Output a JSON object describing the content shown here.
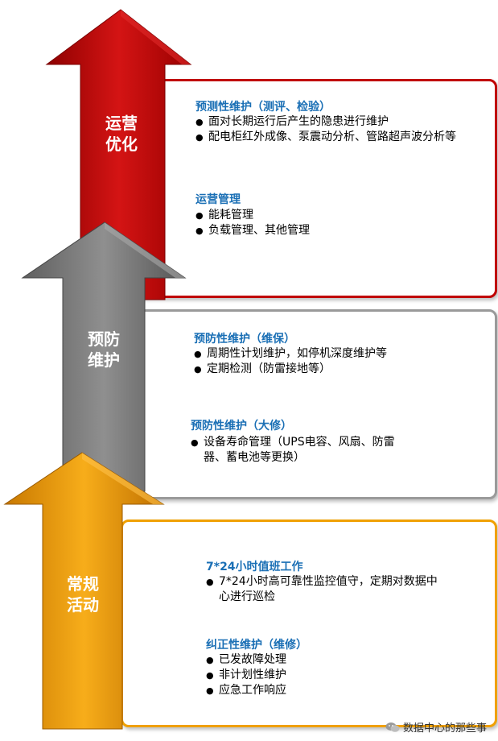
{
  "tiers": [
    {
      "label": "运营\n优化",
      "color": "#c00000",
      "sections": [
        {
          "title": "预测性维护（测评、检验）",
          "bullets": [
            "面对长期运行后产生的隐患进行维护",
            "配电柜红外成像、泵震动分析、管路超声波分析等"
          ]
        },
        {
          "title": "运营管理",
          "bullets": [
            "能耗管理",
            "负载管理、其他管理"
          ]
        }
      ]
    },
    {
      "label": "预防\n维护",
      "color": "#7f7f7f",
      "sections": [
        {
          "title": "预防性维护（维保）",
          "bullets": [
            "周期性计划维护，如停机深度维护等",
            "定期检测（防雷接地等）"
          ]
        },
        {
          "title": "预防性维护（大修）",
          "bullets": [
            "设备寿命管理（UPS电容、风扇、防雷器、蓄电池等更换）"
          ]
        }
      ]
    },
    {
      "label": "常规\n活动",
      "color": "#f0a000",
      "sections": [
        {
          "title": "7*24小时值班工作",
          "bullets": [
            "7*24小时高可靠性监控值守，定期对数据中心进行巡检"
          ]
        },
        {
          "title": "纠正性维护（维修）",
          "bullets": [
            "已发故障处理",
            "非计划性维护",
            "应急工作响应"
          ]
        }
      ]
    }
  ],
  "watermark": "数据中心的那些事"
}
